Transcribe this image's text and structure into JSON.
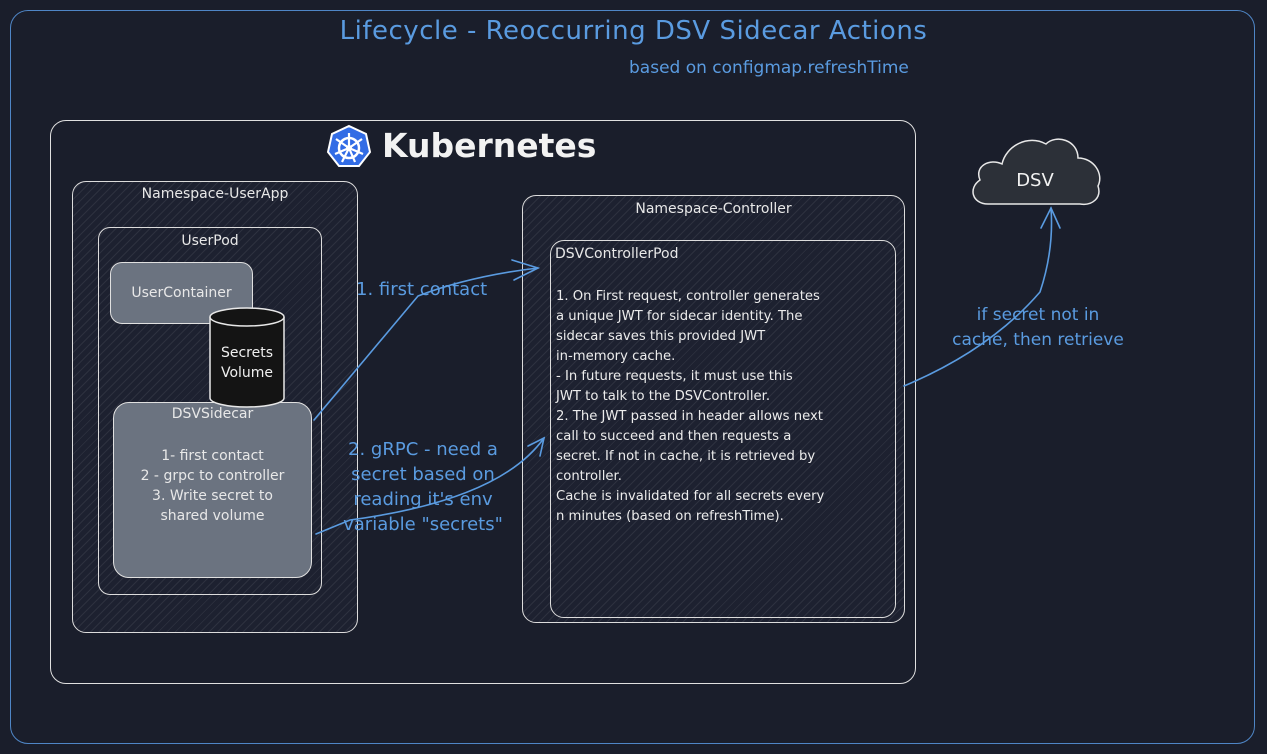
{
  "title": "Lifecycle - Reoccurring DSV Sidecar Actions",
  "subtitle": "based on configmap.refreshTime",
  "kubernetes": {
    "title": "Kubernetes",
    "icon": "kubernetes-wheel-icon"
  },
  "namespace_user": {
    "label": "Namespace-UserApp",
    "pod_label": "UserPod",
    "container_label": "UserContainer",
    "volume_label_1": "Secrets",
    "volume_label_2": "Volume",
    "sidecar": {
      "title": "DSVSidecar",
      "steps": [
        "1- first contact",
        "2 - grpc to controller",
        "3. Write secret to",
        "shared volume"
      ]
    }
  },
  "namespace_controller": {
    "label": "Namespace-Controller",
    "pod_label": "DSVControllerPod",
    "description": [
      "1. On First request, controller generates",
      "a unique JWT for sidecar identity.  The",
      "sidecar saves this provided JWT",
      "in-memory cache.",
      "- In future requests, it must use this",
      "JWT to talk to the DSVController.",
      "2. The JWT passed in header allows next",
      "call to succeed and then requests a",
      "secret. If not in cache, it is retrieved by",
      "controller.",
      "Cache is invalidated for all secrets every",
      "n minutes (based on refreshTime)."
    ]
  },
  "arrows": {
    "first_contact": "1. first contact",
    "grpc": [
      "2. gRPC - need a",
      "secret  based on",
      "reading it's env",
      "variable \"secrets\""
    ],
    "retrieve": [
      "if secret not in",
      "cache, then retrieve"
    ]
  },
  "dsv": {
    "label": "DSV",
    "icon": "cloud-icon"
  },
  "colors": {
    "background": "#1a1e2b",
    "accent_blue": "#5a9be0",
    "box_fill_gray": "#6b7380",
    "cylinder_fill": "#141414",
    "cloud_fill": "#2c3038"
  }
}
